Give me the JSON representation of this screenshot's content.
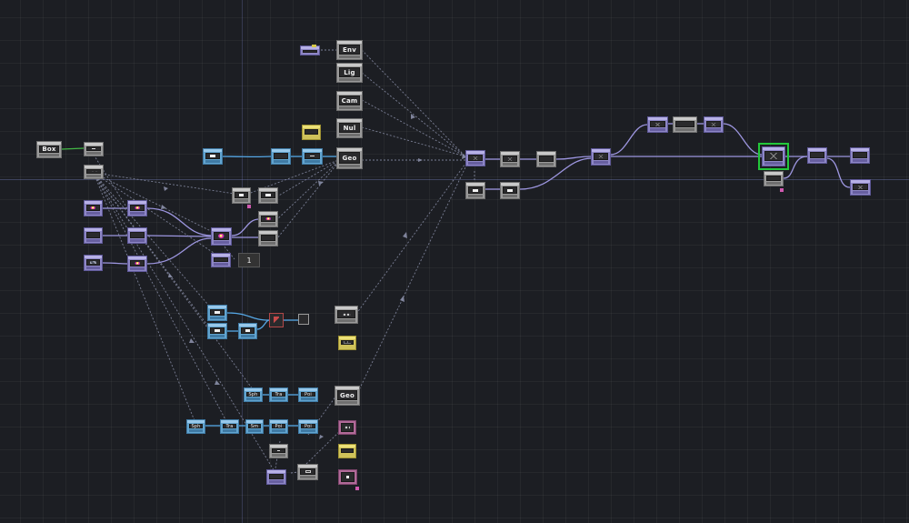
{
  "network": {
    "title": "TouchDesigner network editor",
    "background_color": "#1c1e23",
    "wire_color_chop": "#9d96e0",
    "wire_color_sop": "#56a8e6",
    "wire_color_dat": "#43b846",
    "wire_color_reference": "#8a8fa8",
    "selected_color": "#22c83a"
  },
  "nodes": {
    "box_sop_label": "Box",
    "env_comp_label": "Env",
    "light_comp_label": "Lig",
    "camera_comp_label": "Cam",
    "null_comp_label": "Nul",
    "geo_comp_main_label": "Geo",
    "geo_comp_lower_label": "Geo",
    "text_top_value": "1",
    "row_a_sop_labels": [
      "Sph",
      "Tra",
      "Poi"
    ],
    "row_b_sop_labels": [
      "Sph",
      "Tra",
      "Sm",
      "Poi",
      "Poi"
    ]
  }
}
